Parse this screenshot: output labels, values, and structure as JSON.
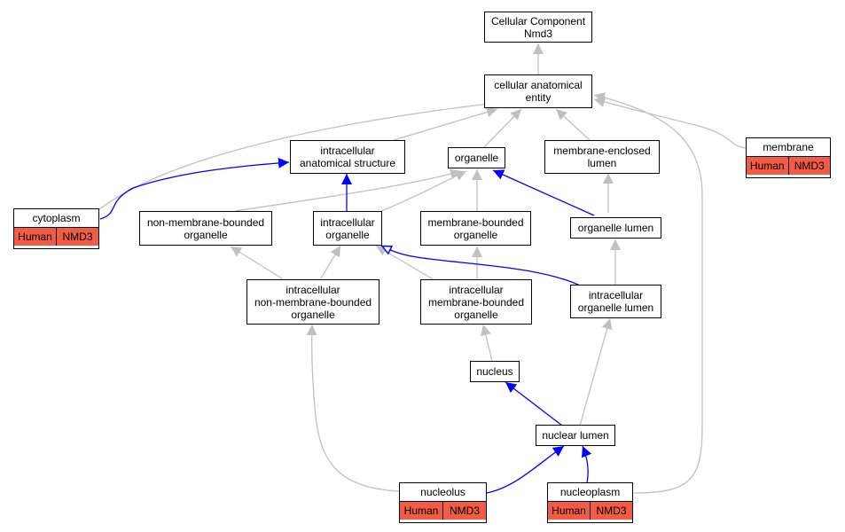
{
  "colors": {
    "highlight_tag": "#f25c45",
    "edge_gray": "#c0c0c0",
    "edge_blue": "#0000ff",
    "node_border": "#000000"
  },
  "nodes": {
    "root": "Cellular Component\nNmd3",
    "cae": "cellular anatomical\nentity",
    "ias": "intracellular\nanatomical structure",
    "organelle": "organelle",
    "mel": "membrane-enclosed\nlumen",
    "membrane": "membrane",
    "cytoplasm": "cytoplasm",
    "nmbo": "non-membrane-bounded\norganelle",
    "io": "intracellular\norganelle",
    "mbo": "membrane-bounded\norganelle",
    "ol": "organelle lumen",
    "inmbo": "intracellular\nnon-membrane-bounded\norganelle",
    "imbo": "intracellular\nmembrane-bounded\norganelle",
    "iol": "intracellular\norganelle lumen",
    "nucleus": "nucleus",
    "nl": "nuclear lumen",
    "nucleolus": "nucleolus",
    "nucleoplasm": "nucleoplasm"
  },
  "tags": {
    "membrane": [
      "Human",
      "NMD3"
    ],
    "cytoplasm": [
      "Human",
      "NMD3"
    ],
    "nucleolus": [
      "Human",
      "NMD3"
    ],
    "nucleoplasm": [
      "Human",
      "NMD3"
    ]
  }
}
